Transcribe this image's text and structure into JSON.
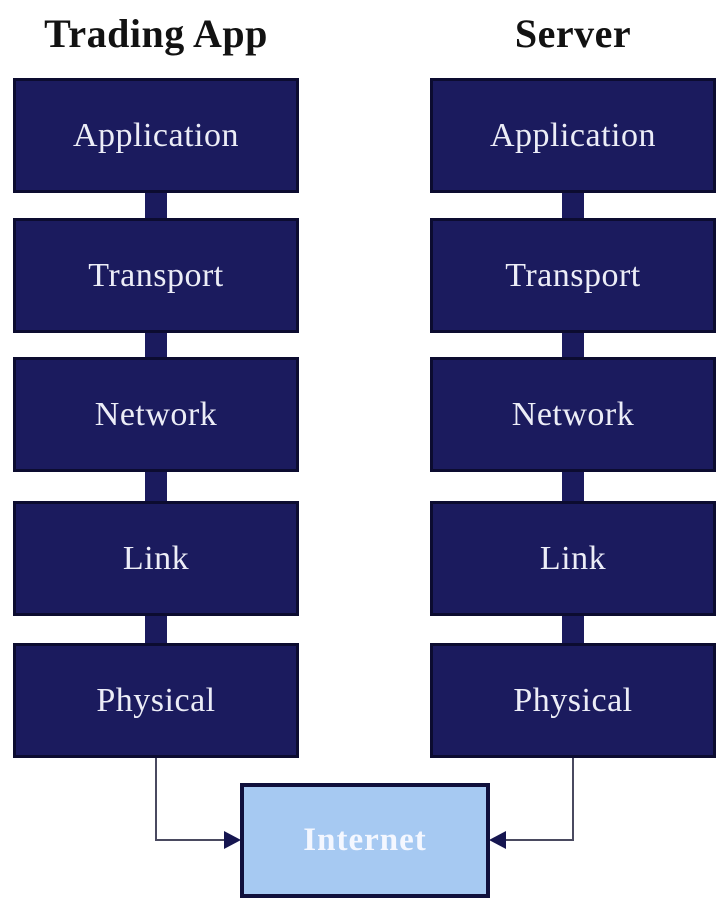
{
  "stacks": [
    {
      "id": "trading-app",
      "title": "Trading App",
      "layers": [
        "Application",
        "Transport",
        "Network",
        "Link",
        "Physical"
      ]
    },
    {
      "id": "server",
      "title": "Server",
      "layers": [
        "Application",
        "Transport",
        "Network",
        "Link",
        "Physical"
      ]
    }
  ],
  "internet": {
    "label": "Internet"
  },
  "colors": {
    "layer_box_fill": "#1b1b5e",
    "layer_box_border": "#0c0c30",
    "layer_label_text": "#ecedf7",
    "title_text": "#121212",
    "internet_fill": "#a6c9f2",
    "internet_border": "#10103c",
    "internet_label_text": "#f4f7ff",
    "arrow_line": "#4a4a60",
    "arrow_head": "#161650",
    "background": "#ffffff"
  }
}
